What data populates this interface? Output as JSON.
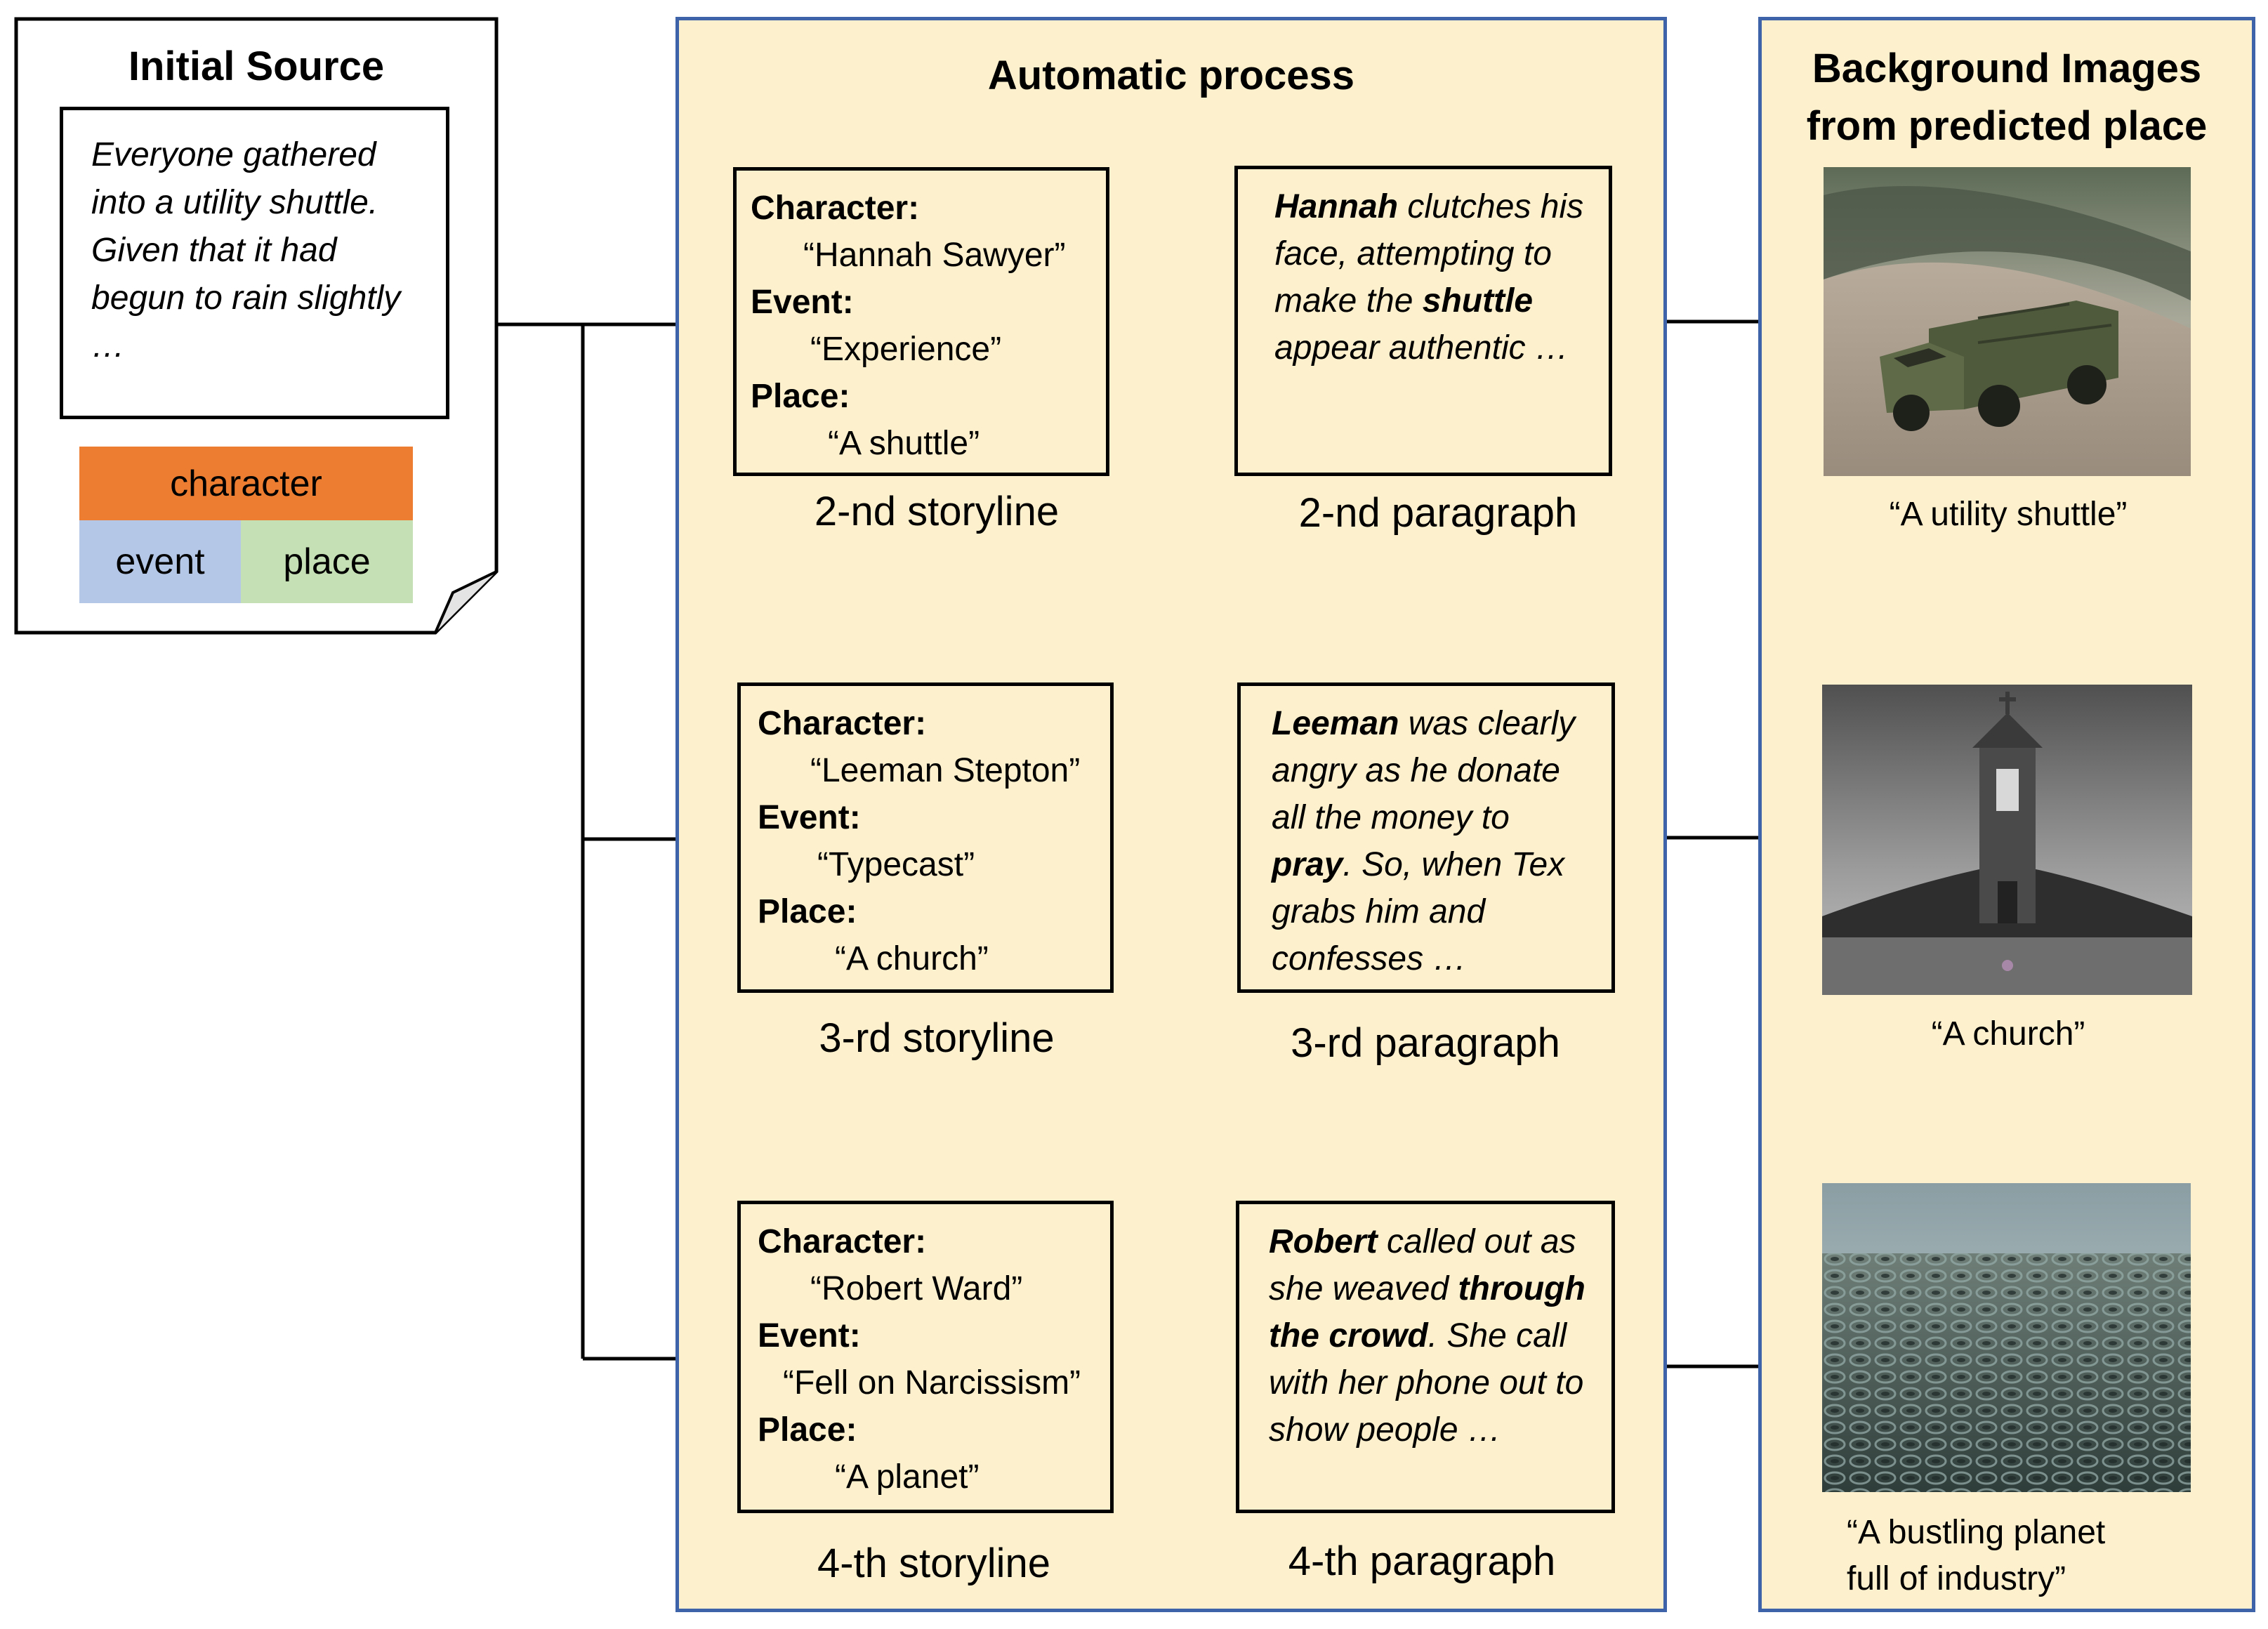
{
  "initial_source": {
    "title": "Initial Source",
    "text": "Everyone gathered into a utility shuttle. Given that it had begun to rain slightly …",
    "legend": {
      "character": "character",
      "event": "event",
      "place": "place"
    },
    "colors": {
      "character": "#ed7d31",
      "event": "#b4c7e7",
      "place": "#c5e0b4"
    }
  },
  "automatic_process": {
    "title": "Automatic process",
    "labels": {
      "character": "Character:",
      "event": "Event:",
      "place": "Place:"
    },
    "rows": [
      {
        "character": "“Hannah Sawyer”",
        "event": "“Experience”",
        "place": "“A shuttle”",
        "storyline_caption": "2-nd storyline",
        "paragraph": [
          {
            "t": "Hannah",
            "b": true
          },
          {
            "t": " clutches his face, attempting to make the ",
            "b": false
          },
          {
            "t": "shuttle",
            "b": true
          },
          {
            "t": " appear authentic …",
            "b": false
          }
        ],
        "paragraph_caption": "2-nd paragraph"
      },
      {
        "character": "“Leeman Stepton”",
        "event": "“Typecast”",
        "place": "“A church”",
        "storyline_caption": "3-rd storyline",
        "paragraph": [
          {
            "t": "Leeman",
            "b": true
          },
          {
            "t": " was clearly angry as he donate all the money to ",
            "b": false
          },
          {
            "t": "pray",
            "b": true
          },
          {
            "t": ". So, when Tex grabs him and confesses  …",
            "b": false
          }
        ],
        "paragraph_caption": "3-rd paragraph"
      },
      {
        "character": "“Robert Ward”",
        "event": "“Fell on Narcissism”",
        "place": "“A planet”",
        "storyline_caption": "4-th storyline",
        "paragraph": [
          {
            "t": "Robert",
            "b": true
          },
          {
            "t": " called out as she weaved ",
            "b": false
          },
          {
            "t": "through the crowd",
            "b": true
          },
          {
            "t": ". She call with her phone out to show people …",
            "b": false
          }
        ],
        "paragraph_caption": "4-th paragraph"
      }
    ]
  },
  "background_images": {
    "title_line1": "Background Images",
    "title_line2": "from predicted place",
    "images": [
      {
        "caption": "“A utility shuttle”",
        "icon": "utility-shuttle-image"
      },
      {
        "caption": "“A church”",
        "icon": "church-image"
      },
      {
        "caption": "“A bustling planet full of industry”",
        "icon": "industrial-planet-image"
      }
    ]
  },
  "colors": {
    "panel_border": "#3f63a8",
    "panel_fill": "#fdf0cd"
  }
}
